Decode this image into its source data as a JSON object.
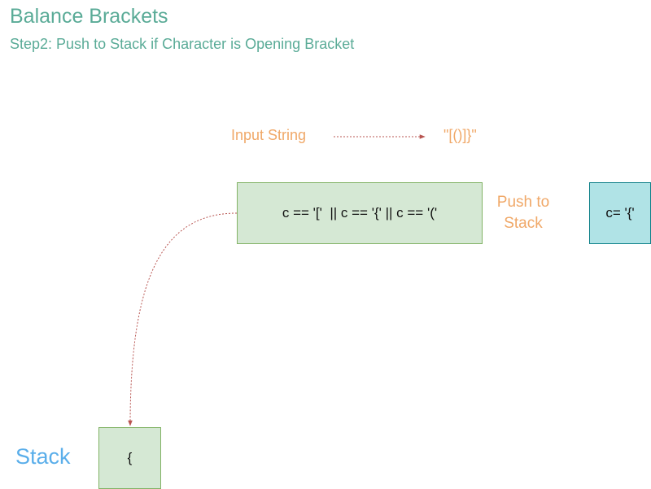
{
  "diagram": {
    "title": "Balance Brackets",
    "subtitle": "Step2: Push to Stack if Character is Opening Bracket",
    "input": {
      "label": "Input String",
      "value": "\"[()]}\""
    },
    "condition": {
      "text": "c == '['  || c == '{' || c == '('"
    },
    "push_label": {
      "line1": "Push to",
      "line2": "Stack"
    },
    "current_char": {
      "text": "c= '{'"
    },
    "stack": {
      "label": "Stack",
      "items": [
        "{"
      ]
    },
    "colors": {
      "title": "#5aab97",
      "accent_orange": "#f0a868",
      "stack_label": "#5aaeea",
      "green_fill": "#d5e8d4",
      "green_stroke": "#82b366",
      "cyan_fill": "#b0e3e6",
      "cyan_stroke": "#0e8088",
      "arrow": "#b85450"
    }
  }
}
